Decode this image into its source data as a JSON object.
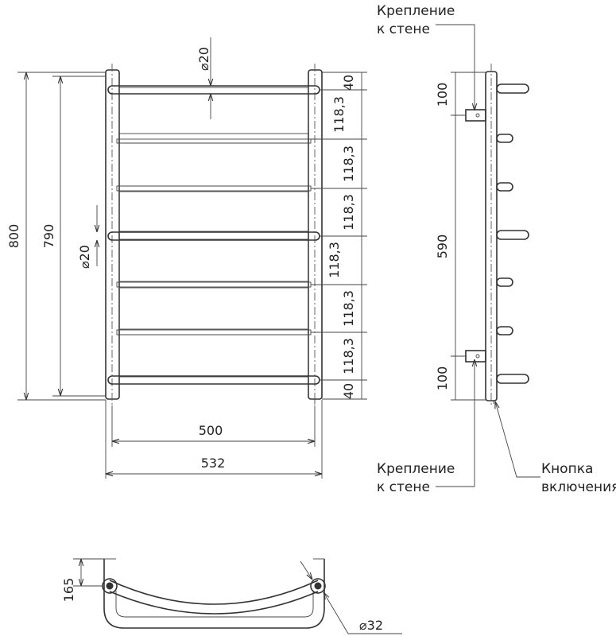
{
  "front_view": {
    "overall_height": "800",
    "inner_height": "790",
    "top_pipe_diameter": "⌀20",
    "side_pipe_diameter": "⌀20",
    "top_offset": "40",
    "bottom_offset": "40",
    "rung_spacing": [
      "118,3",
      "118,3",
      "118,3",
      "118,3",
      "118,3",
      "118,3"
    ],
    "inner_width": "500",
    "overall_width": "532"
  },
  "side_view": {
    "top_bracket_distance": "100",
    "bracket_spacing": "590",
    "bottom_bracket_distance": "100",
    "label_top_mount": [
      "Крепление",
      "к стене"
    ],
    "label_bottom_mount": [
      "Крепление",
      "к стене"
    ],
    "label_button": [
      "Кнопка",
      "включения"
    ]
  },
  "top_view": {
    "depth": "165",
    "pipe_diameter": "⌀32"
  }
}
